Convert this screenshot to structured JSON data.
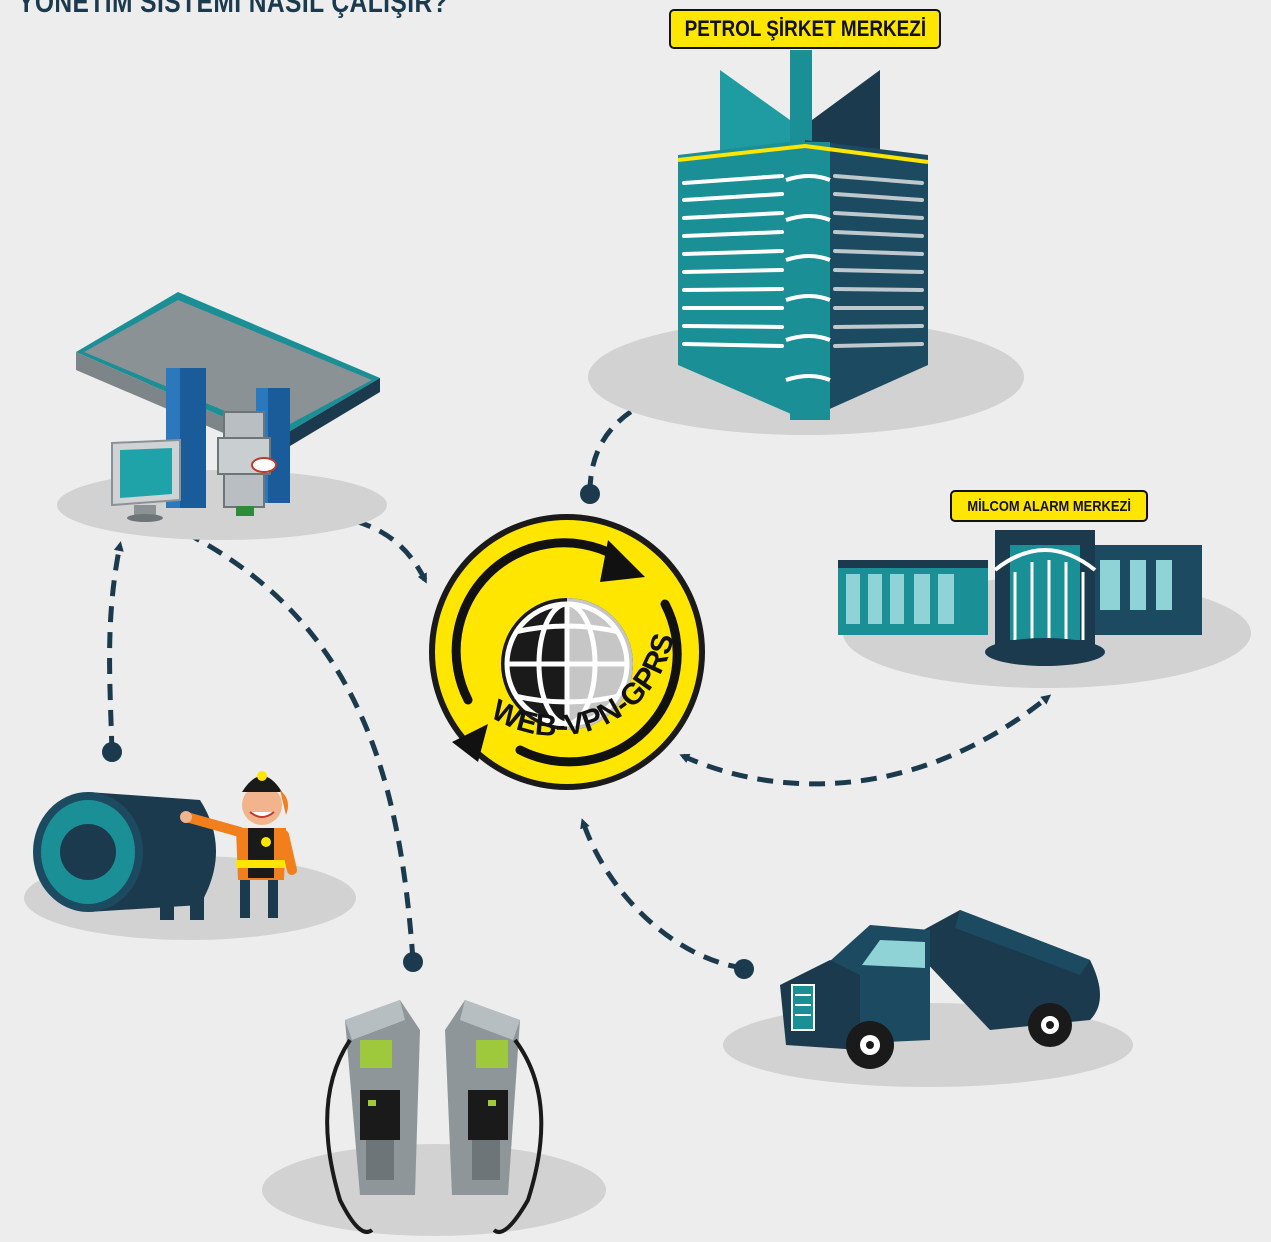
{
  "title": "YÖNETİM SİSTEMİ NASIL ÇALIŞIR?",
  "nodes": {
    "petrol_hq": {
      "label": "PETROL ŞİRKET MERKEZİ"
    },
    "milcom_alarm": {
      "label": "MİLCOM ALARM MERKEZİ"
    },
    "hub": {
      "label": "WEB-VPN-GPRS"
    }
  },
  "colors": {
    "background": "#ededed",
    "accent_yellow": "#ffe600",
    "dark_navy": "#1c3a4e",
    "teal": "#1a8f96",
    "shadow_ellipse": "#d2d2d2",
    "label_border": "#111111"
  },
  "icons": [
    "globe-icon",
    "sync-arrows-icon",
    "fuel-station-icon",
    "office-building-icon",
    "alarm-center-icon",
    "fuel-tanker-truck-icon",
    "storage-tank-icon",
    "worker-icon",
    "fuel-pump-icon",
    "monitor-icon",
    "controller-device-icon"
  ]
}
